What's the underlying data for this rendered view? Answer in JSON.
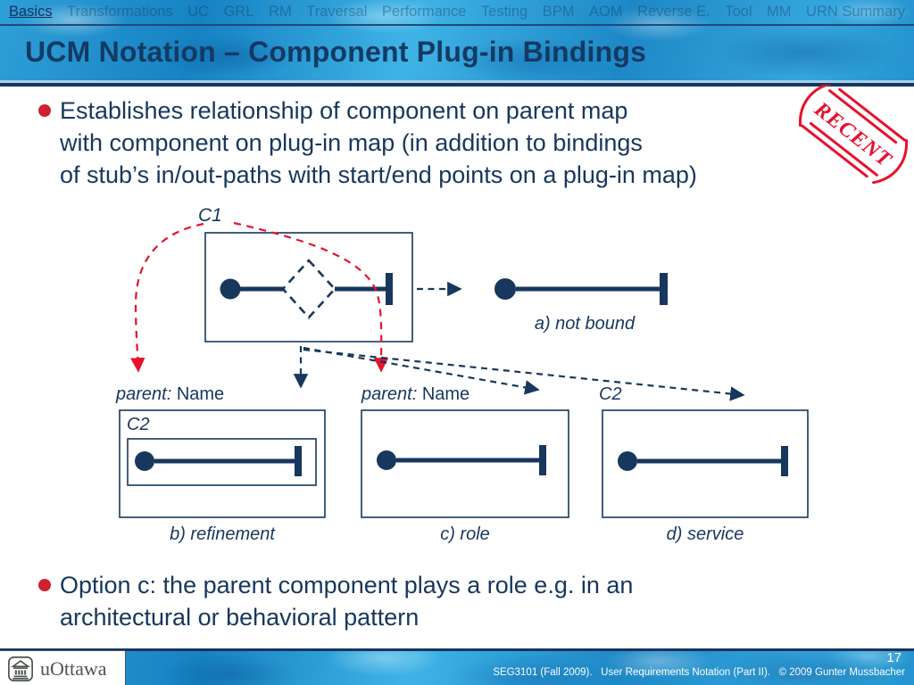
{
  "nav": {
    "items": [
      {
        "label": "Basics",
        "active": true
      },
      {
        "label": "Transformations",
        "active": false
      },
      {
        "label": "UC",
        "active": false
      },
      {
        "label": "GRL",
        "active": false
      },
      {
        "label": "RM",
        "active": false
      },
      {
        "label": "Traversal",
        "active": false
      },
      {
        "label": "Performance",
        "active": false
      },
      {
        "label": "Testing",
        "active": false
      },
      {
        "label": "BPM",
        "active": false
      },
      {
        "label": "AOM",
        "active": false
      },
      {
        "label": "Reverse E.",
        "active": false
      },
      {
        "label": "Tool",
        "active": false
      },
      {
        "label": "MM",
        "active": false
      },
      {
        "label": "URN Summary",
        "active": false
      }
    ]
  },
  "header": {
    "title": "UCM Notation – Component Plug-in Bindings"
  },
  "stamp": {
    "label": "RECENT"
  },
  "content": {
    "bullet1": "Establishes relationship of component on parent map\nwith component on plug-in map (in addition to bindings\nof stub’s in/out-paths with start/end points on a plug-in map)",
    "bullet2": "Option c: the parent component plays a role e.g. in an\narchitectural or behavioral pattern"
  },
  "diagram": {
    "c1_label": "C1",
    "a": {
      "caption": "a) not bound"
    },
    "b": {
      "parent_prefix": "parent:",
      "parent_name": "Name",
      "c2_label": "C2",
      "caption": "b) refinement"
    },
    "c": {
      "parent_prefix": "parent:",
      "parent_name": "Name",
      "caption": "c) role"
    },
    "d": {
      "c2_label": "C2",
      "caption": "d) service"
    }
  },
  "footer": {
    "page": "17",
    "credits": "SEG3101 (Fall 2009).   User Requirements Notation (Part II).   © 2009 Gunter Mussbacher",
    "logo": "uOttawa"
  },
  "colors": {
    "navy": "#17375d",
    "dashed_red": "#e8112d",
    "bullet_red": "#cf2030",
    "water_blue": "#2aa0da"
  }
}
